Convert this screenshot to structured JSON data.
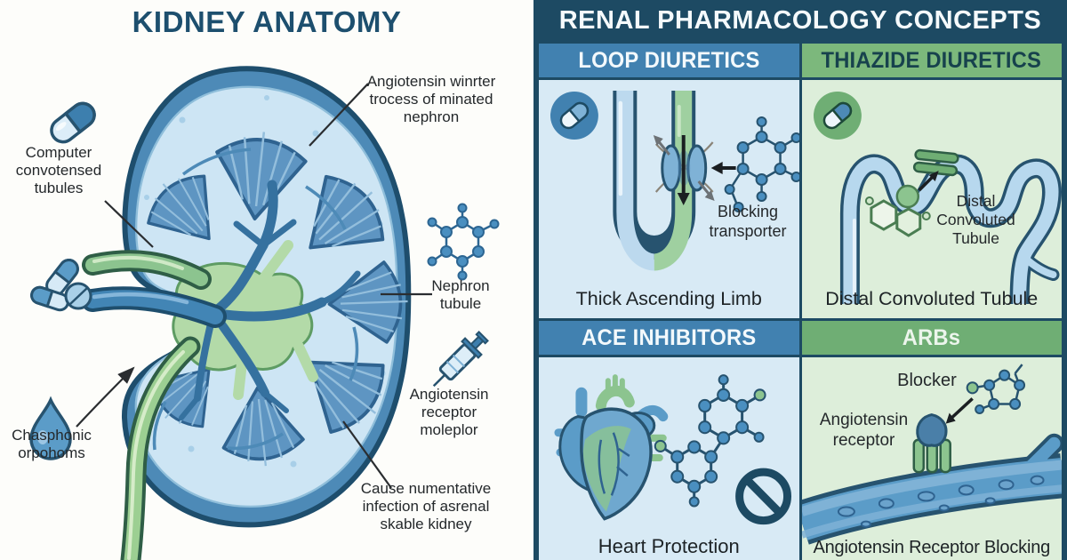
{
  "left_panel": {
    "title": "KIDNEY ANATOMY",
    "labels": {
      "upper_left": "Computer convotensed tubules",
      "upper_right": "Angiotensin winrter trocess of minated nephron",
      "mid_right": "Nephron tubule",
      "lower_right": "Angiotensin receptor moleplor",
      "bottom_left": "Chasphonic orpohoms",
      "bottom_right": "Cause numentative infection of asrenal skable kidney"
    },
    "icons": [
      "capsule-icon",
      "pills-icon",
      "molecule-icon",
      "syringe-icon",
      "droplet-icon"
    ]
  },
  "right_panel": {
    "title": "RENAL PHARMACOLOGY CONCEPTS",
    "quadrants": [
      {
        "header": "LOOP DIURETICS",
        "annotation": "Blocking transporter",
        "caption": "Thick Ascending Limb"
      },
      {
        "header": "THIAZIDE DIURETICS",
        "annotation": "Distal Convoluted Tubule",
        "caption": "Distal Convoluted Tubule"
      },
      {
        "header": "ACE INHIBITORS",
        "caption": "Heart Protection"
      },
      {
        "header": "ARBs",
        "blocker_label": "Blocker",
        "receptor_label": "Angiotensin receptor",
        "caption": "Angiotensin Receptor Blocking"
      }
    ]
  },
  "colors": {
    "navy": "#1d4a63",
    "blue_header": "#4181b0",
    "green_header": "#7cb87c",
    "light_blue_bg": "#d8eaf5",
    "light_green_bg": "#ddeeda",
    "title_navy": "#1d4f6e",
    "kidney_rim": "#4d8ab7",
    "kidney_cortex": "#cde5f4",
    "pyramid_blue": "#5e95c2",
    "pelvis_green": "#b3daa8"
  }
}
